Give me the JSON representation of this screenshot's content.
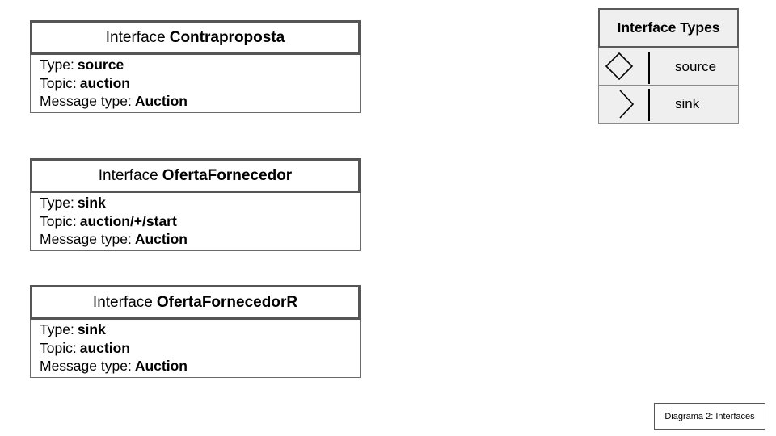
{
  "interfaces": [
    {
      "prefix": "Interface",
      "name": "Contraproposta",
      "type_label": "Type:",
      "type_value": "source",
      "topic_label": "Topic:",
      "topic_value": "auction",
      "message_label": "Message type:",
      "message_value": "Auction"
    },
    {
      "prefix": "Interface",
      "name": "OfertaFornecedor",
      "type_label": "Type:",
      "type_value": "sink",
      "topic_label": "Topic:",
      "topic_value": "auction/+/start",
      "message_label": "Message type:",
      "message_value": "Auction"
    },
    {
      "prefix": "Interface",
      "name": "OfertaFornecedorR",
      "type_label": "Type:",
      "type_value": "sink",
      "topic_label": "Topic:",
      "topic_value": "auction",
      "message_label": "Message type:",
      "message_value": "Auction"
    }
  ],
  "legend": {
    "title": "Interface Types",
    "items": [
      {
        "icon": "diamond-icon",
        "label": "source"
      },
      {
        "icon": "chevron-right-icon",
        "label": "sink"
      }
    ]
  },
  "caption": "Diagrama 2: Interfaces"
}
